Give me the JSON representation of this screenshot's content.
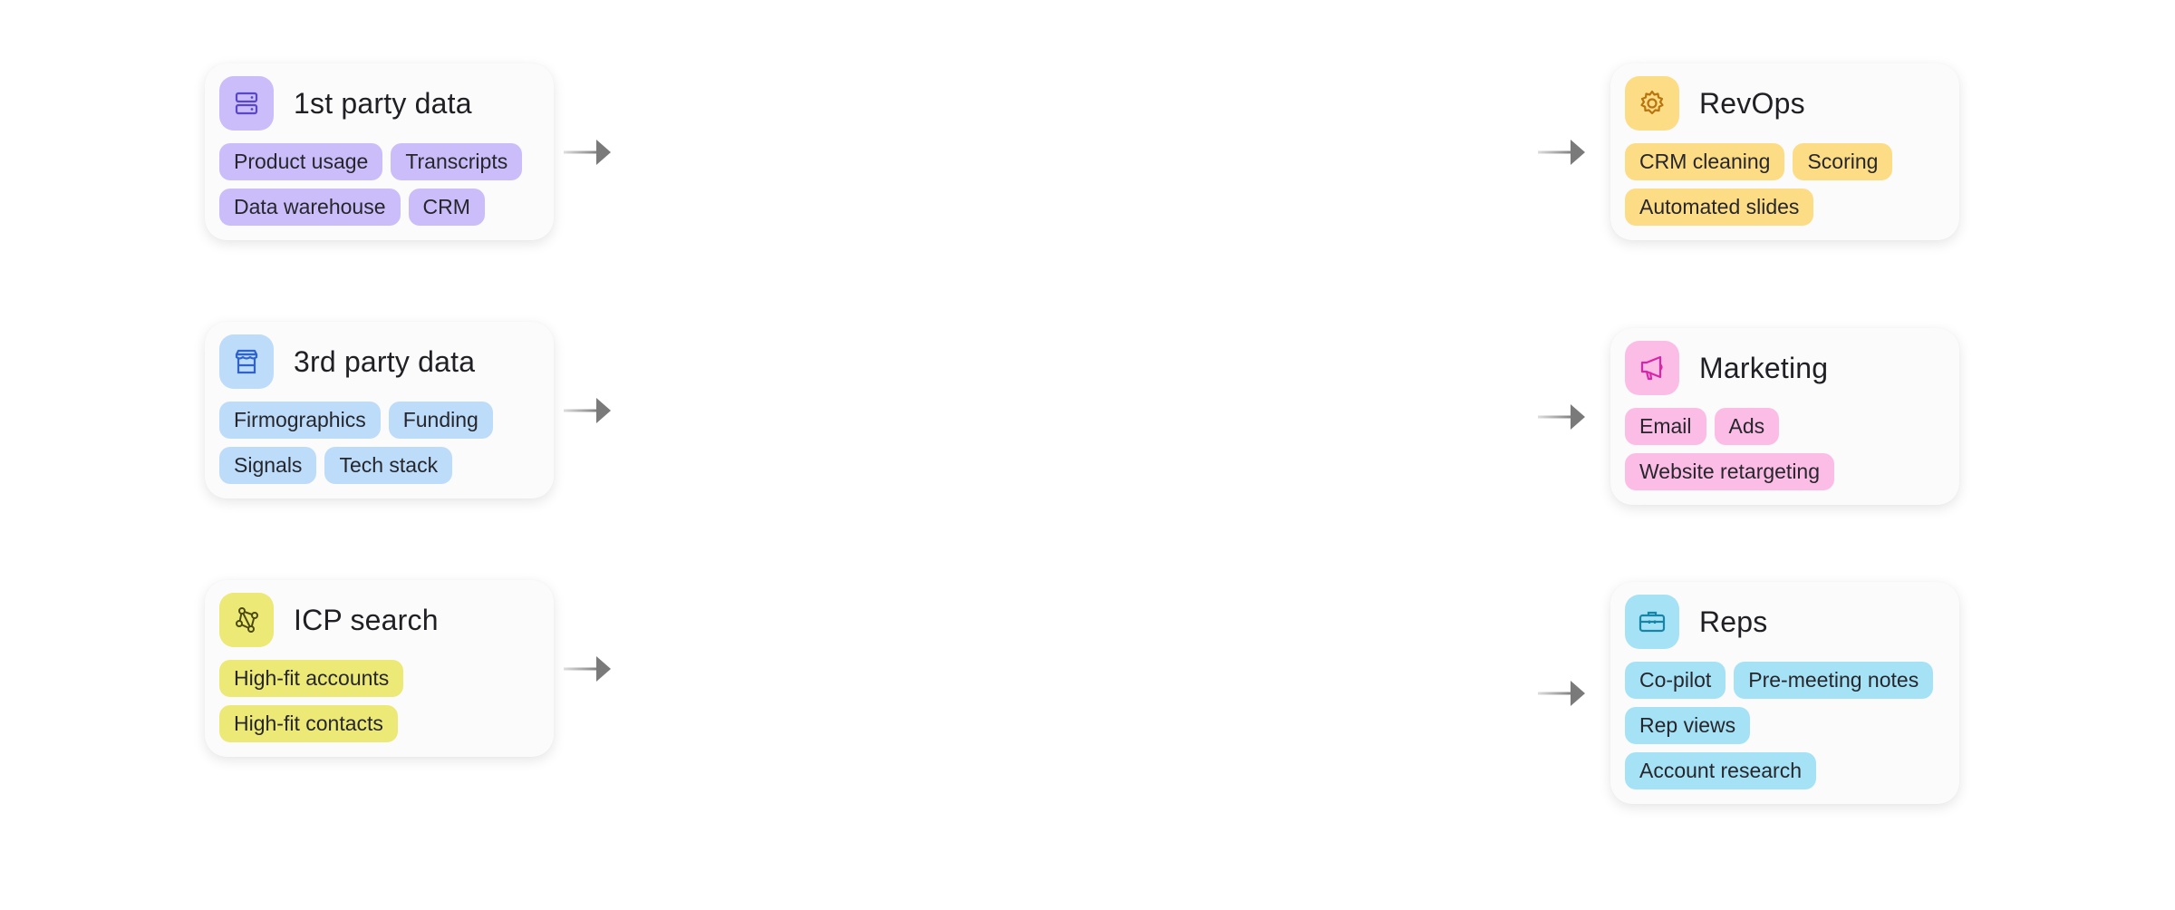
{
  "sources": [
    {
      "title": "1st party data",
      "icon": "server-icon",
      "icon_bg": "#cbbdf9",
      "icon_color": "#5a47c8",
      "tag_bg": "#cbbdf9",
      "tags": [
        "Product usage",
        "Transcripts",
        "Data warehouse",
        "CRM"
      ]
    },
    {
      "title": "3rd party data",
      "icon": "storefront-icon",
      "icon_bg": "#bcdcf9",
      "icon_color": "#2f63c9",
      "tag_bg": "#bcdcf9",
      "tags": [
        "Firmographics",
        "Funding",
        "Signals",
        "Tech stack"
      ]
    },
    {
      "title": "ICP search",
      "icon": "network-nodes-icon",
      "icon_bg": "#ece977",
      "icon_color": "#4c4a14",
      "tag_bg": "#ece977",
      "tags": [
        "High-fit accounts",
        "High-fit contacts"
      ]
    }
  ],
  "destinations": [
    {
      "title": "RevOps",
      "icon": "gear-icon",
      "icon_bg": "#fcdc85",
      "icon_color": "#b7740f",
      "tag_bg": "#fcdc85",
      "tags": [
        "CRM cleaning",
        "Scoring",
        "Automated slides"
      ]
    },
    {
      "title": "Marketing",
      "icon": "megaphone-icon",
      "icon_bg": "#fbbde6",
      "icon_color": "#d926a8",
      "tag_bg": "#fbbde6",
      "tags": [
        "Email",
        "Ads",
        "Website retargeting"
      ]
    },
    {
      "title": "Reps",
      "icon": "briefcase-icon",
      "icon_bg": "#a6e2f6",
      "icon_color": "#1586a8",
      "tag_bg": "#a6e2f6",
      "tags": [
        "Co-pilot",
        "Pre-meeting notes",
        "Rep views",
        "Account research"
      ]
    }
  ],
  "arrow_color": "#7a7a7a"
}
